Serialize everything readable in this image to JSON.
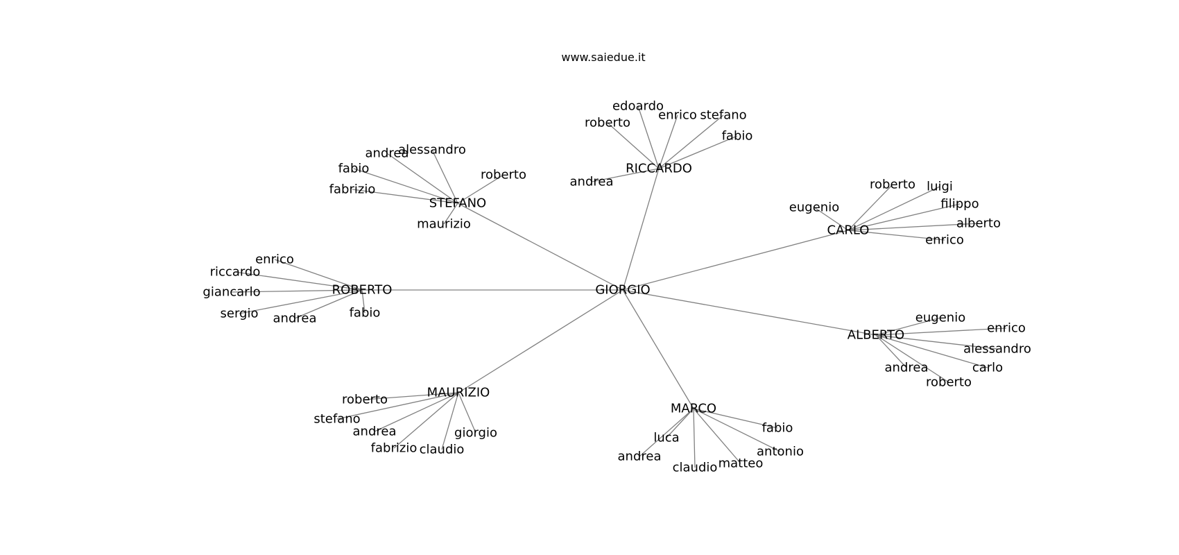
{
  "title": "www.saiedue.it",
  "colors": {
    "edge": "#808080",
    "text": "#000000",
    "background": "#ffffff"
  },
  "root": "GIORGIO",
  "groups": [
    {
      "hub": "STEFANO",
      "leaves": [
        "andrea",
        "alessandro",
        "roberto",
        "fabio",
        "fabrizio",
        "maurizio"
      ]
    },
    {
      "hub": "RICCARDO",
      "leaves": [
        "edoardo",
        "roberto",
        "enrico",
        "stefano",
        "fabio",
        "andrea"
      ]
    },
    {
      "hub": "CARLO",
      "leaves": [
        "roberto",
        "luigi",
        "eugenio",
        "filippo",
        "alberto",
        "enrico"
      ]
    },
    {
      "hub": "ROBERTO",
      "leaves": [
        "enrico",
        "riccardo",
        "giancarlo",
        "sergio",
        "andrea",
        "fabio"
      ]
    },
    {
      "hub": "ALBERTO",
      "leaves": [
        "eugenio",
        "enrico",
        "alessandro",
        "carlo",
        "andrea",
        "roberto"
      ]
    },
    {
      "hub": "MAURIZIO",
      "leaves": [
        "roberto",
        "stefano",
        "andrea",
        "giorgio",
        "fabrizio",
        "claudio"
      ]
    },
    {
      "hub": "MARCO",
      "leaves": [
        "fabio",
        "luca",
        "antonio",
        "andrea",
        "matteo",
        "claudio"
      ]
    }
  ]
}
